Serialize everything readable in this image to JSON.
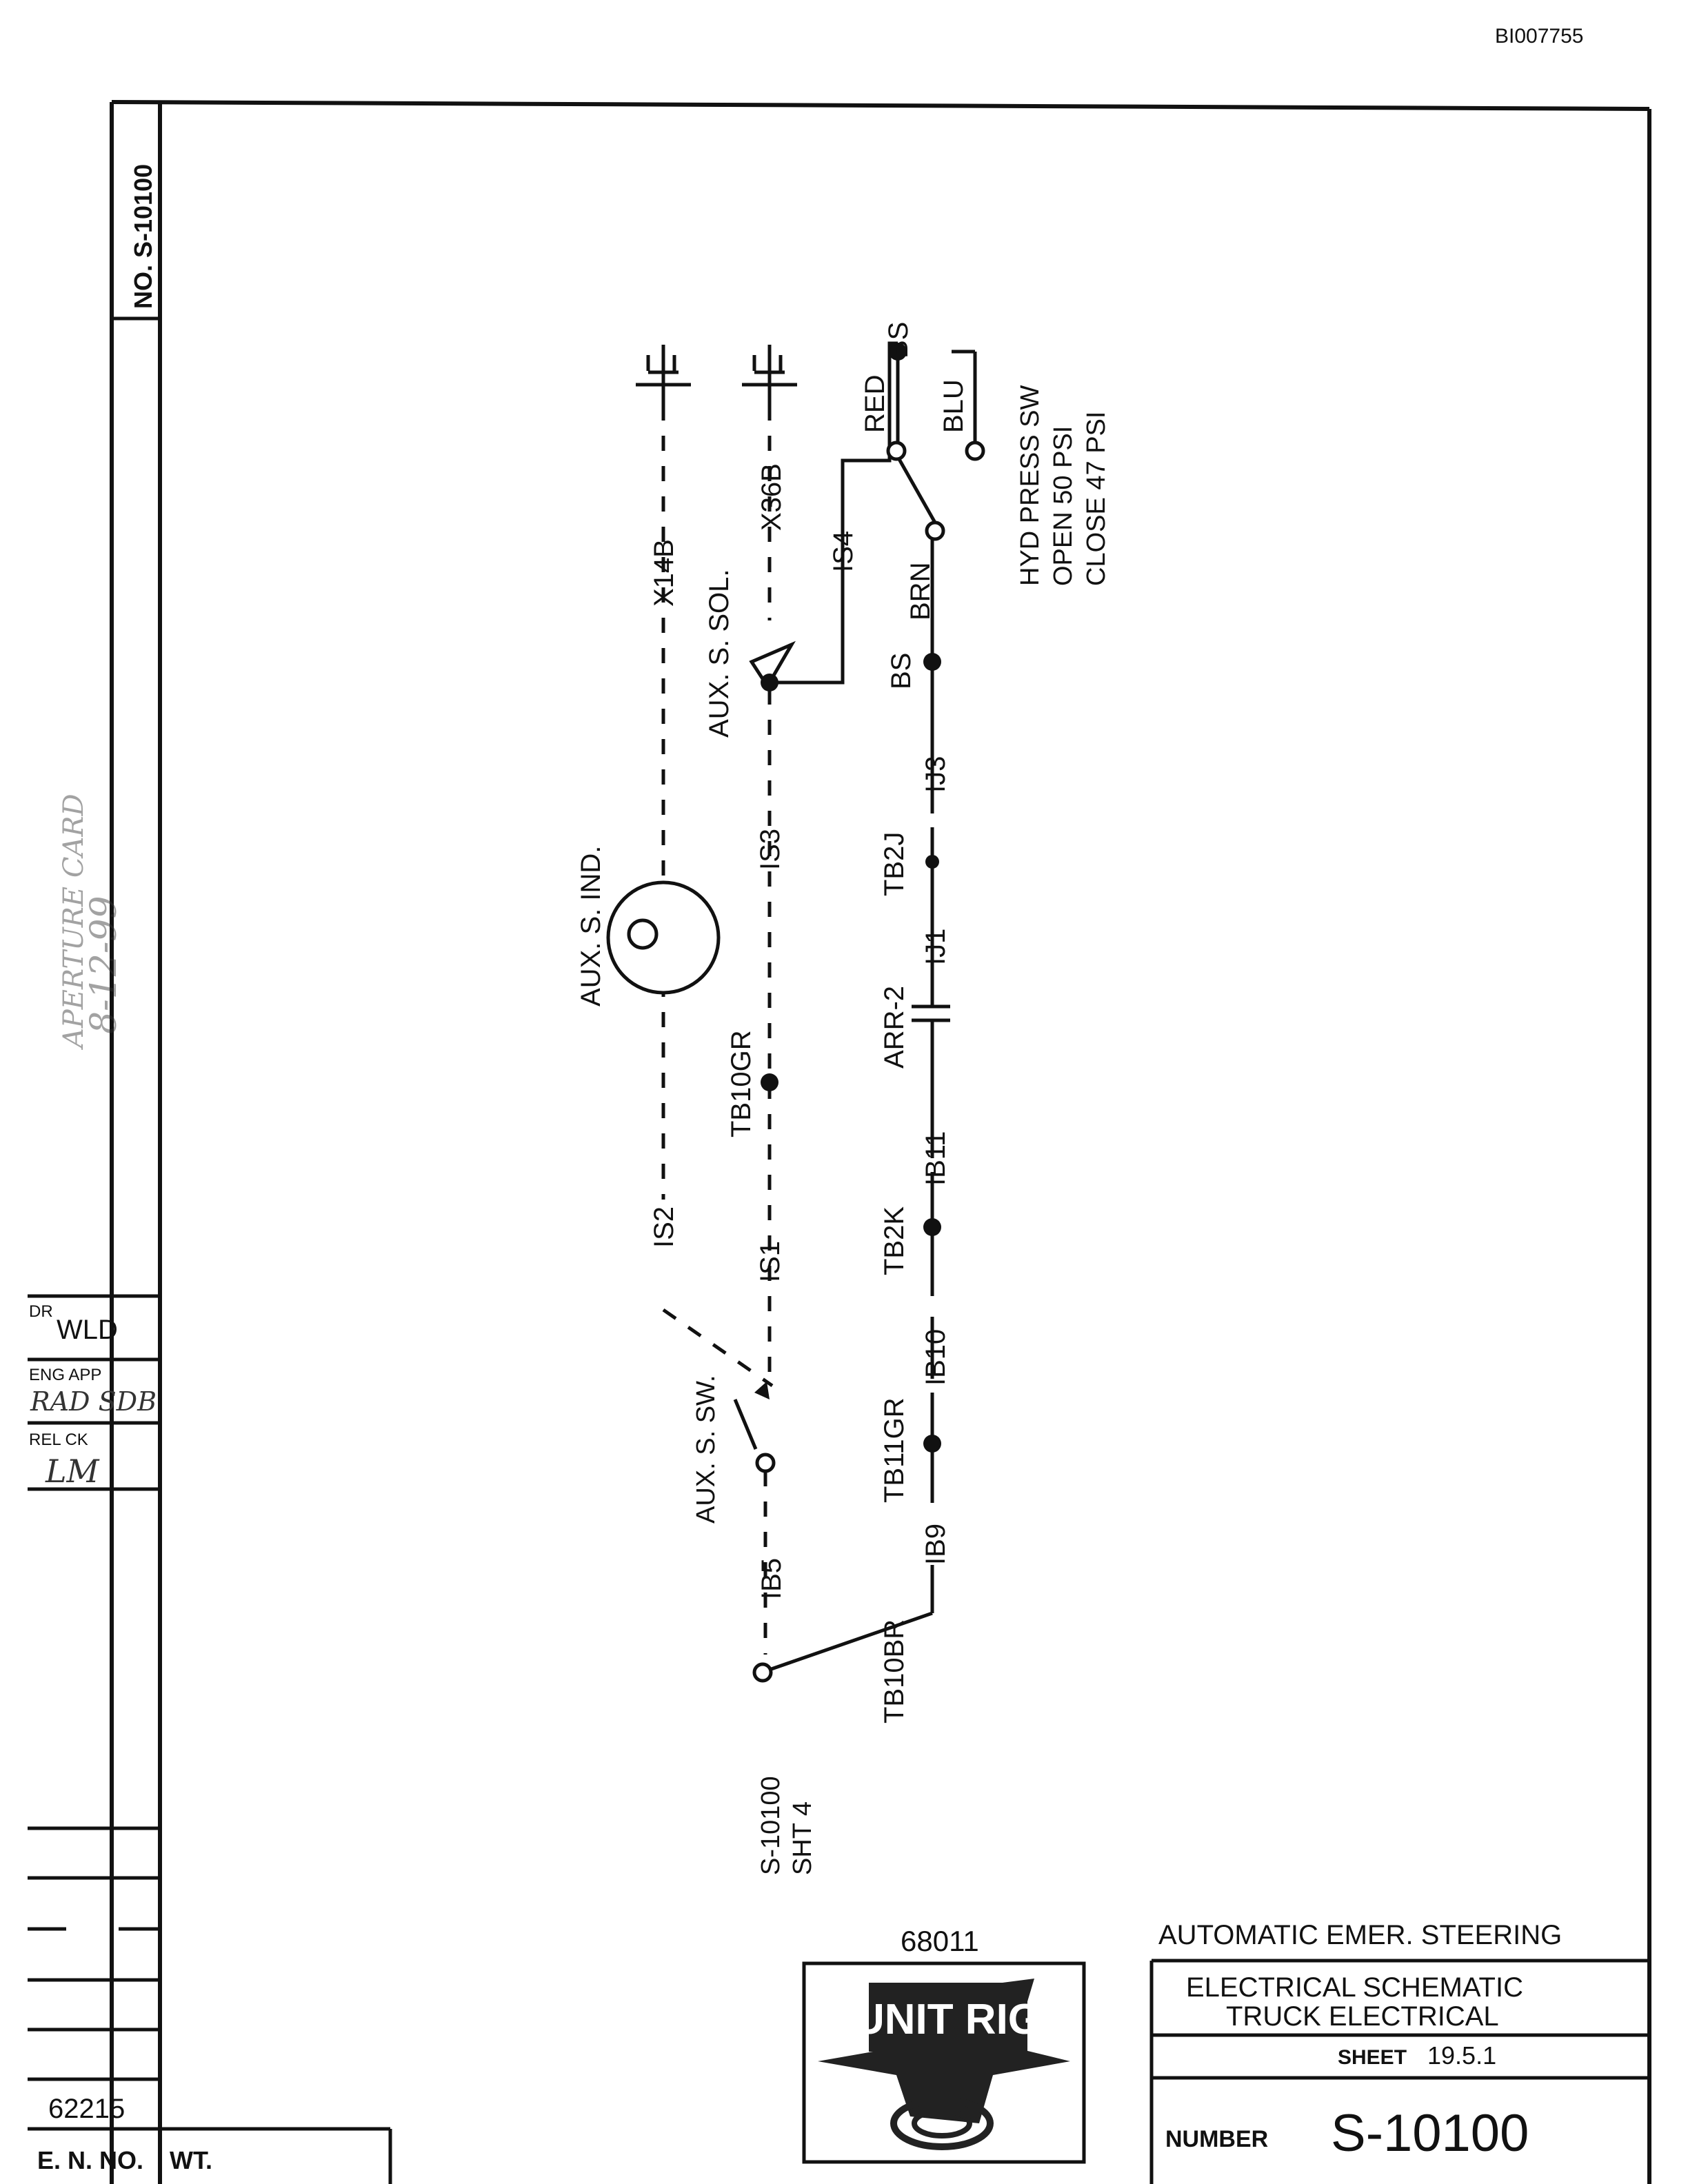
{
  "header": {
    "doc_id": "BI007755"
  },
  "title_block": {
    "number_top": "NO. S-10100",
    "title_line": "AUTOMATIC EMER. STEERING",
    "desc_line1": "ELECTRICAL SCHEMATIC",
    "desc_line2": "TRUCK ELECTRICAL",
    "sheet_label": "SHEET",
    "sheet_value": "19.5.1",
    "number_label": "NUMBER",
    "number_value": "S-10100",
    "logo_number": "68011",
    "logo_text": "UNIT RIG"
  },
  "left_block": {
    "dr_label": "DR",
    "dr_value": "WLD",
    "eng_app_label": "ENG APP",
    "eng_app_value": "RAD SDB",
    "rel_ck_label": "REL CK",
    "rel_ck_value": "LM",
    "e_n_no_value": "62215",
    "e_n_no_label": "E. N. NO.",
    "wt_label": "WT."
  },
  "stamp": {
    "line1": "APERTURE CARD",
    "line2": "8-12-99"
  },
  "labels": {
    "x14b": "X14B",
    "x36b": "X36B",
    "is4": "IS4",
    "is2": "IS2",
    "is1": "IS1",
    "is3": "IS3",
    "aux_s_sol": "AUX. S. SOL.",
    "aux_s_ind": "AUX. S. IND.",
    "aux_s_sw": "AUX. S. SW.",
    "tb10gr": "TB10GR",
    "tb10br": "TB10BR",
    "tb11gr": "TB11GR",
    "tb2k": "TB2K",
    "tb2j": "TB2J",
    "arr2": "ARR-2",
    "ib5": "IB5",
    "ib9": "IB9",
    "ib10": "IB10",
    "ib11": "IB11",
    "ij1": "IJ1",
    "ij3": "IJ3",
    "bs_bottom": "BS",
    "bs_top": "BS",
    "brn": "BRN",
    "red": "RED",
    "blu": "BLU",
    "hyd1": "HYD PRESS SW",
    "hyd2": "OPEN 50 PSI",
    "hyd3": "CLOSE 47 PSI",
    "ref1": "S-10100",
    "ref2": "SHT 4"
  }
}
